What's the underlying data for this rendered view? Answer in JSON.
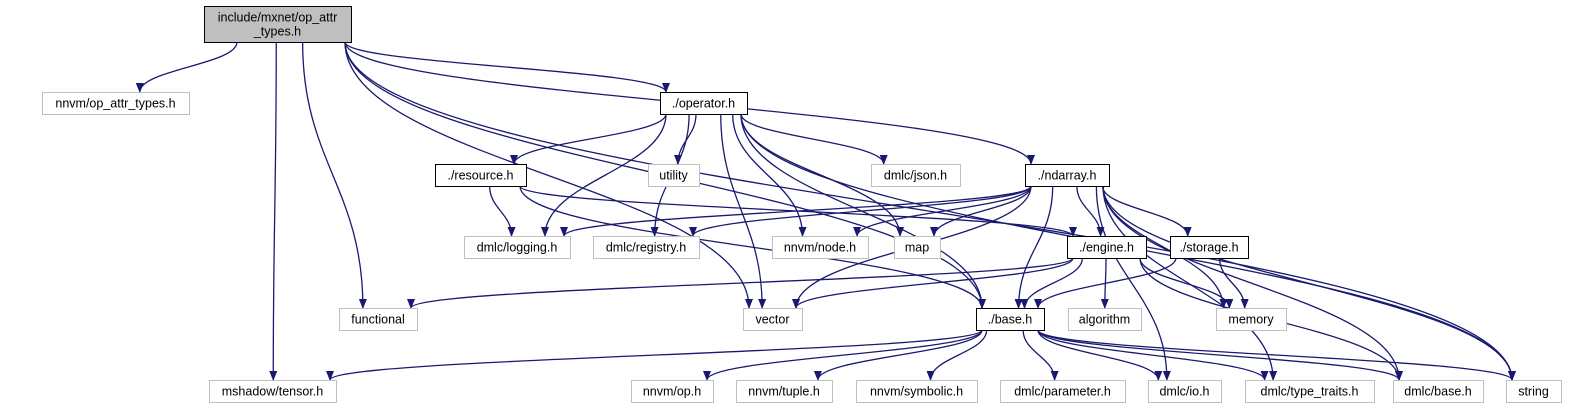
{
  "colors": {
    "edge": "#191970",
    "root_fill": "#bfbfbf",
    "root_border": "#000000",
    "internal_border": "#000000",
    "external_border": "#bfbfbf",
    "node_fill": "#ffffff"
  },
  "nodes": [
    {
      "id": "root",
      "lines": [
        "include/mxnet/op_attr",
        "_types.h"
      ],
      "kind": "root"
    },
    {
      "id": "nnvm_op_attr",
      "lines": [
        "nnvm/op_attr_types.h"
      ],
      "kind": "external"
    },
    {
      "id": "operator",
      "lines": [
        "./operator.h"
      ],
      "kind": "internal"
    },
    {
      "id": "resource",
      "lines": [
        "./resource.h"
      ],
      "kind": "internal"
    },
    {
      "id": "utility",
      "lines": [
        "utility"
      ],
      "kind": "external"
    },
    {
      "id": "dmlc_json",
      "lines": [
        "dmlc/json.h"
      ],
      "kind": "external"
    },
    {
      "id": "ndarray",
      "lines": [
        "./ndarray.h"
      ],
      "kind": "internal"
    },
    {
      "id": "dmlc_logging",
      "lines": [
        "dmlc/logging.h"
      ],
      "kind": "external"
    },
    {
      "id": "dmlc_registry",
      "lines": [
        "dmlc/registry.h"
      ],
      "kind": "external"
    },
    {
      "id": "nnvm_node",
      "lines": [
        "nnvm/node.h"
      ],
      "kind": "external"
    },
    {
      "id": "map",
      "lines": [
        "map"
      ],
      "kind": "external"
    },
    {
      "id": "engine",
      "lines": [
        "./engine.h"
      ],
      "kind": "internal"
    },
    {
      "id": "storage",
      "lines": [
        "./storage.h"
      ],
      "kind": "internal"
    },
    {
      "id": "functional",
      "lines": [
        "functional"
      ],
      "kind": "external"
    },
    {
      "id": "vector",
      "lines": [
        "vector"
      ],
      "kind": "external"
    },
    {
      "id": "base",
      "lines": [
        "./base.h"
      ],
      "kind": "internal"
    },
    {
      "id": "algorithm",
      "lines": [
        "algorithm"
      ],
      "kind": "external"
    },
    {
      "id": "memory",
      "lines": [
        "memory"
      ],
      "kind": "external"
    },
    {
      "id": "mshadow_tensor",
      "lines": [
        "mshadow/tensor.h"
      ],
      "kind": "external"
    },
    {
      "id": "nnvm_op",
      "lines": [
        "nnvm/op.h"
      ],
      "kind": "external"
    },
    {
      "id": "nnvm_tuple",
      "lines": [
        "nnvm/tuple.h"
      ],
      "kind": "external"
    },
    {
      "id": "nnvm_symbolic",
      "lines": [
        "nnvm/symbolic.h"
      ],
      "kind": "external"
    },
    {
      "id": "dmlc_parameter",
      "lines": [
        "dmlc/parameter.h"
      ],
      "kind": "external"
    },
    {
      "id": "dmlc_io",
      "lines": [
        "dmlc/io.h"
      ],
      "kind": "external"
    },
    {
      "id": "dmlc_type_traits",
      "lines": [
        "dmlc/type_traits.h"
      ],
      "kind": "external"
    },
    {
      "id": "dmlc_base",
      "lines": [
        "dmlc/base.h"
      ],
      "kind": "external"
    },
    {
      "id": "string",
      "lines": [
        "string"
      ],
      "kind": "external"
    }
  ],
  "edges": [
    [
      "root",
      "nnvm_op_attr"
    ],
    [
      "root",
      "operator"
    ],
    [
      "root",
      "ndarray"
    ],
    [
      "root",
      "functional"
    ],
    [
      "root",
      "vector"
    ],
    [
      "root",
      "base"
    ],
    [
      "root",
      "mshadow_tensor"
    ],
    [
      "root",
      "string"
    ],
    [
      "operator",
      "resource"
    ],
    [
      "operator",
      "utility"
    ],
    [
      "operator",
      "dmlc_json"
    ],
    [
      "operator",
      "dmlc_logging"
    ],
    [
      "operator",
      "dmlc_registry"
    ],
    [
      "operator",
      "nnvm_node"
    ],
    [
      "operator",
      "map"
    ],
    [
      "operator",
      "vector"
    ],
    [
      "operator",
      "base"
    ],
    [
      "operator",
      "string"
    ],
    [
      "resource",
      "dmlc_logging"
    ],
    [
      "resource",
      "engine"
    ],
    [
      "resource",
      "base"
    ],
    [
      "ndarray",
      "dmlc_logging"
    ],
    [
      "ndarray",
      "dmlc_registry"
    ],
    [
      "ndarray",
      "nnvm_node"
    ],
    [
      "ndarray",
      "map"
    ],
    [
      "ndarray",
      "engine"
    ],
    [
      "ndarray",
      "storage"
    ],
    [
      "ndarray",
      "vector"
    ],
    [
      "ndarray",
      "base"
    ],
    [
      "ndarray",
      "memory"
    ],
    [
      "ndarray",
      "dmlc_io"
    ],
    [
      "ndarray",
      "dmlc_type_traits"
    ],
    [
      "ndarray",
      "dmlc_base"
    ],
    [
      "ndarray",
      "string"
    ],
    [
      "engine",
      "functional"
    ],
    [
      "engine",
      "vector"
    ],
    [
      "engine",
      "base"
    ],
    [
      "engine",
      "algorithm"
    ],
    [
      "engine",
      "memory"
    ],
    [
      "engine",
      "dmlc_base"
    ],
    [
      "storage",
      "base"
    ],
    [
      "storage",
      "memory"
    ],
    [
      "base",
      "mshadow_tensor"
    ],
    [
      "base",
      "nnvm_op"
    ],
    [
      "base",
      "nnvm_tuple"
    ],
    [
      "base",
      "nnvm_symbolic"
    ],
    [
      "base",
      "dmlc_parameter"
    ],
    [
      "base",
      "dmlc_io"
    ],
    [
      "base",
      "dmlc_type_traits"
    ],
    [
      "base",
      "dmlc_base"
    ],
    [
      "base",
      "string"
    ]
  ]
}
